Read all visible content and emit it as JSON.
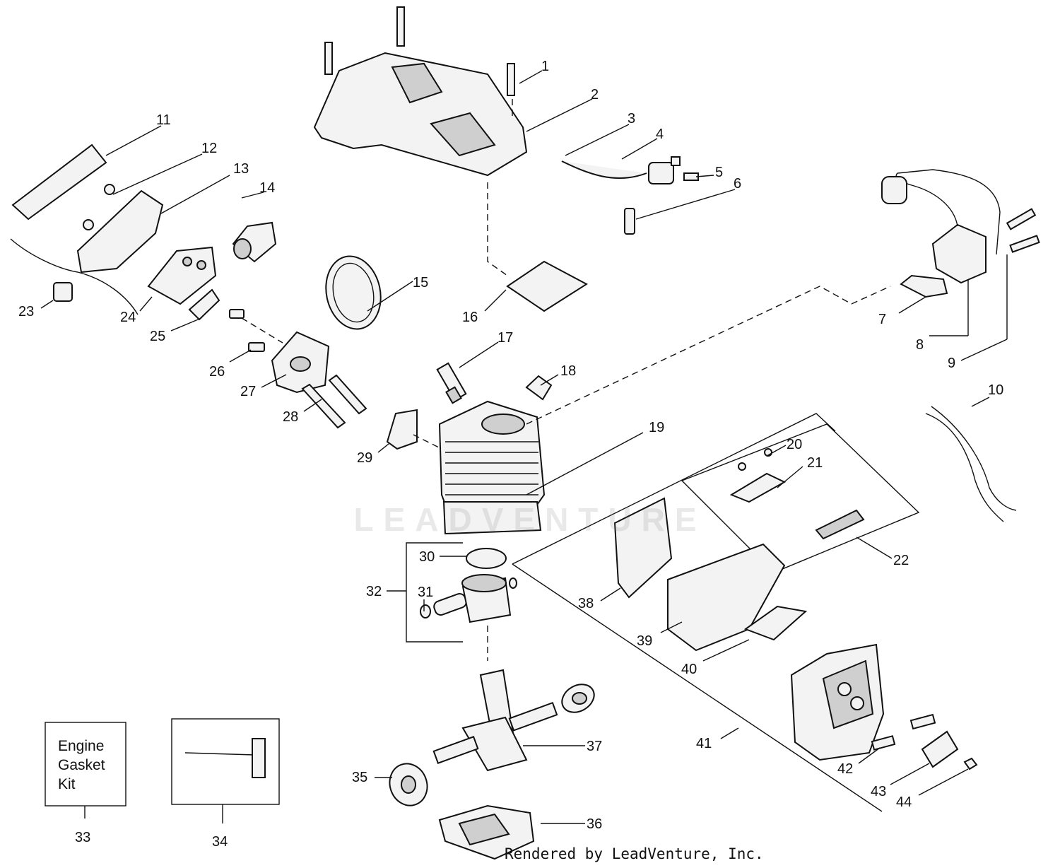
{
  "callouts": [
    "1",
    "2",
    "3",
    "4",
    "5",
    "6",
    "7",
    "8",
    "9",
    "10",
    "11",
    "12",
    "13",
    "14",
    "15",
    "16",
    "17",
    "18",
    "19",
    "20",
    "21",
    "22",
    "23",
    "24",
    "25",
    "26",
    "27",
    "28",
    "29",
    "30",
    "31",
    "32",
    "33",
    "34",
    "35",
    "36",
    "37",
    "38",
    "39",
    "40",
    "41",
    "42",
    "43",
    "44"
  ],
  "kit_box": {
    "line1": "Engine",
    "line2": "Gasket",
    "line3": "Kit"
  },
  "watermark": "LEADVENTURE",
  "credit": "Rendered by LeadVenture, Inc."
}
